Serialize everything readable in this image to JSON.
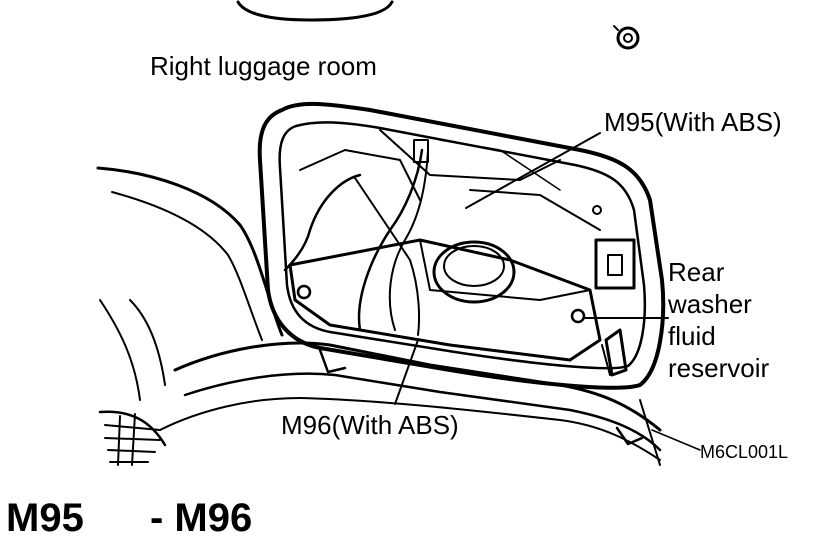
{
  "labels": {
    "right_luggage_room": "Right luggage room",
    "m95": "M95(With ABS)",
    "m96": "M96(With ABS)",
    "rear_washer_lines": [
      "Rear",
      "washer",
      "fluid",
      "reservoir"
    ],
    "figure_code": "M6CL001L"
  },
  "footer": {
    "from": "M95",
    "to": "- M96"
  }
}
